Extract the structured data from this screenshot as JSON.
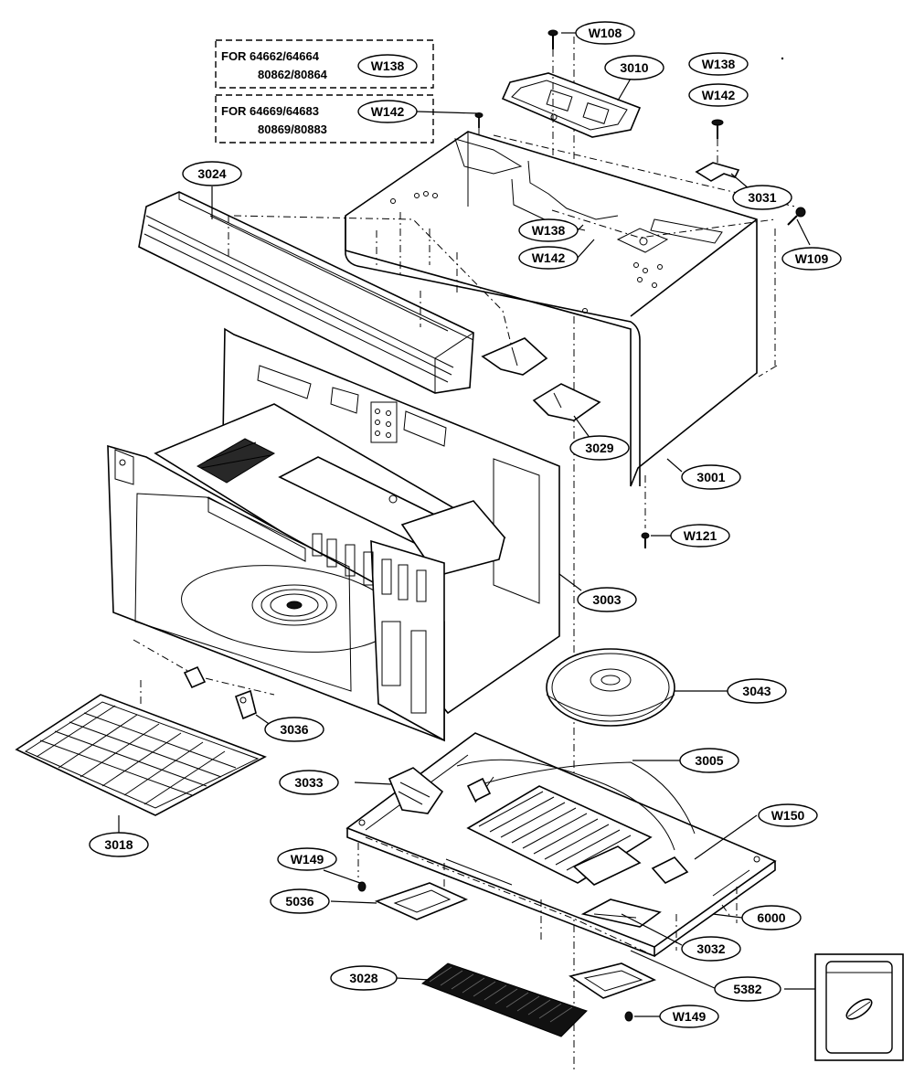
{
  "notes": [
    {
      "line1": "FOR 64662/64664",
      "line2": "80862/80864",
      "code": "W138"
    },
    {
      "line1": "FOR 64669/64683",
      "line2": "80869/80883",
      "code": "W142"
    }
  ],
  "labels": {
    "w108": "W108",
    "p3010": "3010",
    "w138_top": "W138",
    "w142_top": "W142",
    "p3031": "3031",
    "w109": "W109",
    "w138_mid": "W138",
    "w142_mid": "W142",
    "p3024": "3024",
    "p3029": "3029",
    "p3001": "3001",
    "w121": "W121",
    "p3003": "3003",
    "p3043": "3043",
    "p3036": "3036",
    "p3005": "3005",
    "p3033": "3033",
    "w150": "W150",
    "p3018": "3018",
    "w149_left": "W149",
    "p5036": "5036",
    "p6000": "6000",
    "p3032": "3032",
    "p3028": "3028",
    "p5382": "5382",
    "w149_right": "W149"
  }
}
